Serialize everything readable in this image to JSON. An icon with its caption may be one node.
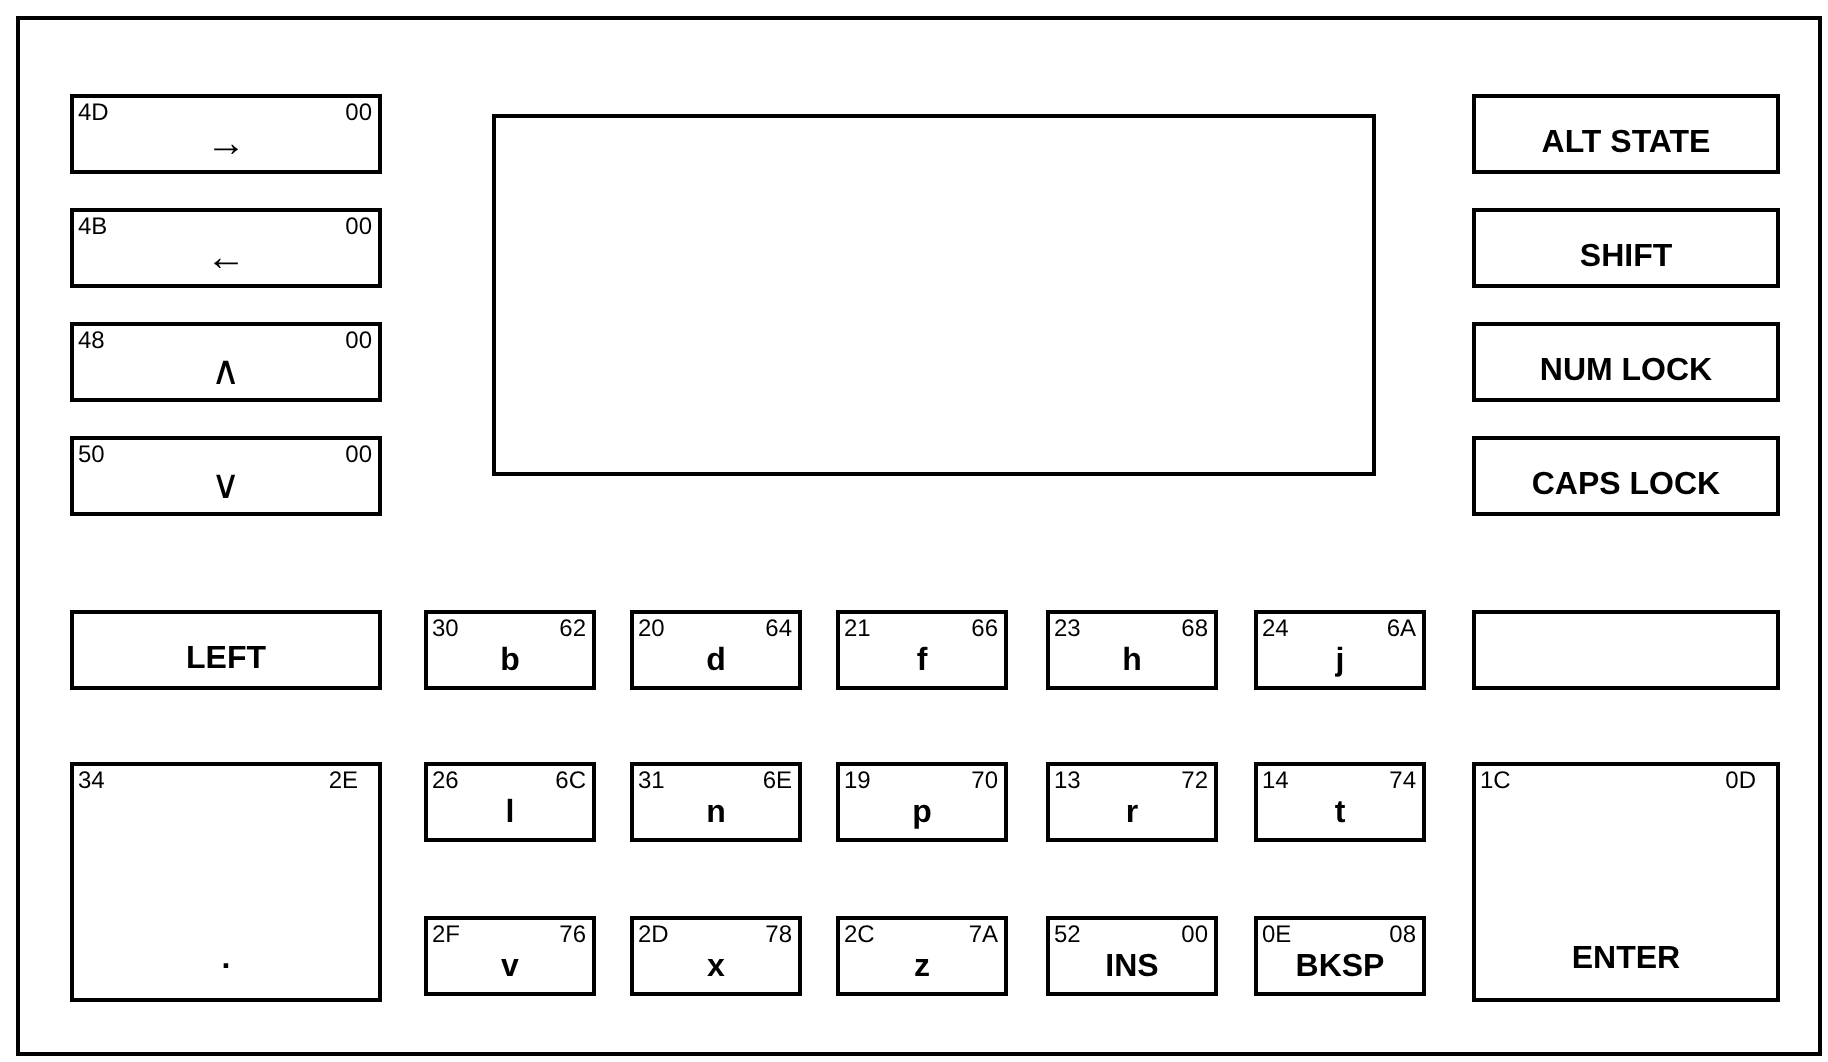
{
  "diagram": {
    "nodes": [
      {
        "text": [],
        "shape": "box"
      },
      {
        "text": [
          "4D",
          "00",
          "→"
        ],
        "in": 0
      },
      {
        "text": [],
        "shape": "box",
        "in": 0
      },
      {
        "text": [
          "ALT STATE"
        ],
        "in": 0
      },
      {
        "text": [
          "4B",
          "00",
          "←"
        ],
        "in": 0
      },
      {
        "text": [
          "SHIFT"
        ],
        "in": 0
      },
      {
        "text": [
          "48",
          "00",
          "∧"
        ],
        "in": 0
      },
      {
        "text": [
          "NUM LOCK"
        ],
        "in": 0
      },
      {
        "text": [
          "50",
          "00",
          "∨"
        ],
        "in": 0
      },
      {
        "text": [
          "CAPS LOCK"
        ],
        "in": 0
      },
      {
        "text": [
          "LEFT"
        ],
        "in": 0
      },
      {
        "text": [
          "30",
          "62",
          "b"
        ],
        "in": 0
      },
      {
        "text": [
          "20",
          "64",
          "d"
        ],
        "in": 0
      },
      {
        "text": [
          "21",
          "66",
          "f"
        ],
        "in": 0
      },
      {
        "text": [
          "23",
          "68",
          "h"
        ],
        "in": 0
      },
      {
        "text": [
          "24",
          "6A",
          "j"
        ],
        "in": 0
      },
      {
        "text": [],
        "shape": "box",
        "in": 0
      },
      {
        "text": [
          "34",
          "2E",
          "."
        ],
        "in": 0
      },
      {
        "text": [
          "26",
          "6C",
          "l"
        ],
        "in": 0
      },
      {
        "text": [
          "31",
          "6E",
          "n"
        ],
        "in": 0
      },
      {
        "text": [
          "19",
          "70",
          "p"
        ],
        "in": 0
      },
      {
        "text": [
          "13",
          "72",
          "r"
        ],
        "in": 0
      },
      {
        "text": [
          "14",
          "74",
          "t"
        ],
        "in": 0
      },
      {
        "text": [
          "1C",
          "0D",
          "ENTER"
        ],
        "in": 0
      },
      {
        "text": [
          "2F",
          "76",
          "v"
        ],
        "in": 0
      },
      {
        "text": [
          "2D",
          "78",
          "x"
        ],
        "in": 0
      },
      {
        "text": [
          "2C",
          "7A",
          "z"
        ],
        "in": 0
      },
      {
        "text": [
          "52",
          "00",
          "INS"
        ],
        "in": 0
      },
      {
        "text": [
          "0E",
          "08",
          "BKSP"
        ],
        "in": 0
      }
    ]
  }
}
